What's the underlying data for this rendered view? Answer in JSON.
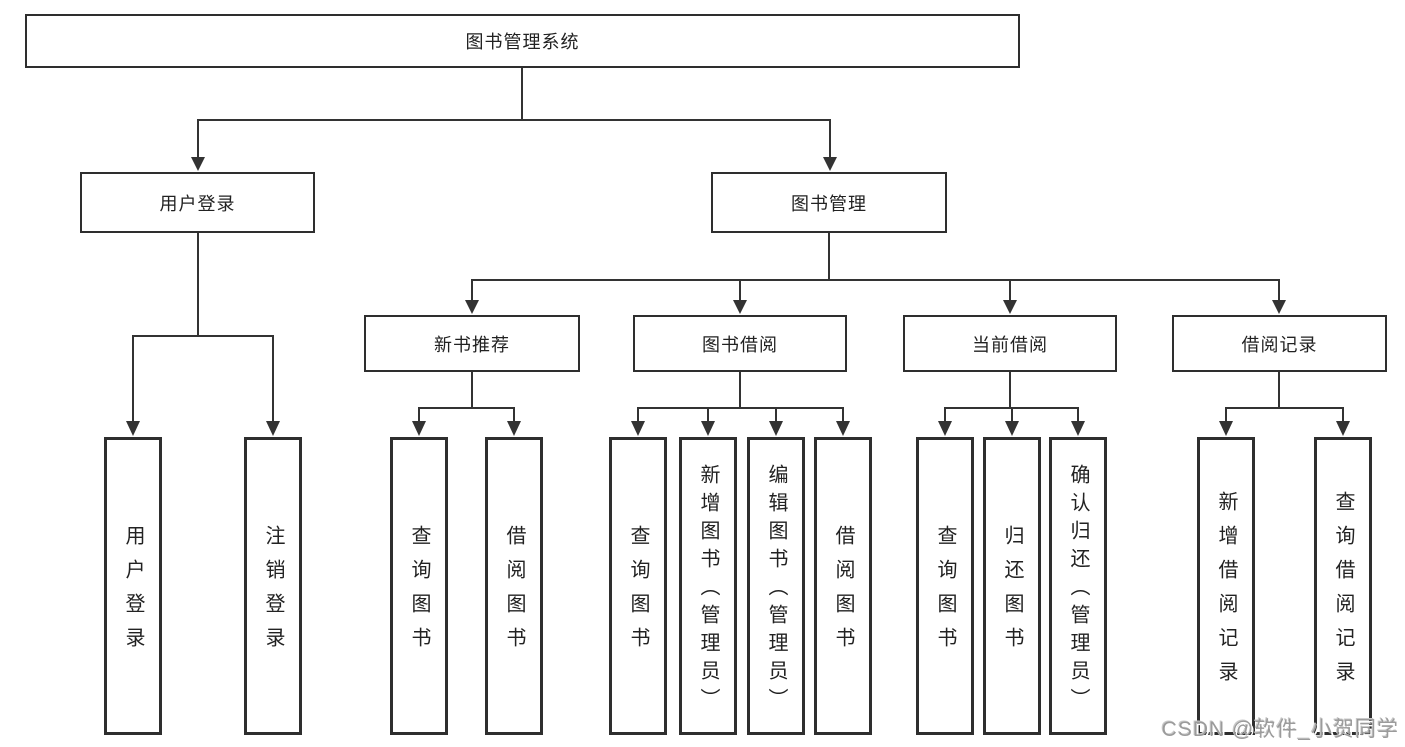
{
  "diagram": {
    "title": "图书管理系统",
    "branches": [
      {
        "label": "用户登录",
        "children": [
          "用户登录",
          "注销登录"
        ]
      },
      {
        "label": "图书管理",
        "modules": [
          {
            "label": "新书推荐",
            "children": [
              "查询图书",
              "借阅图书"
            ]
          },
          {
            "label": "图书借阅",
            "children": [
              "查询图书",
              "新增图书（管理员）",
              "编辑图书（管理员）",
              "借阅图书"
            ]
          },
          {
            "label": "当前借阅",
            "children": [
              "查询图书",
              "归还图书",
              "确认归还（管理员）"
            ]
          },
          {
            "label": "借阅记录",
            "children": [
              "新增借阅记录",
              "查询借阅记录"
            ]
          }
        ]
      }
    ]
  },
  "watermark": {
    "text": "CSDN @软件_小贺同学",
    "color": "#9b9b9b"
  },
  "colors": {
    "background": "#ffffff",
    "line": "#333333",
    "box_border": "#2e2e2e",
    "text": "#222222"
  }
}
